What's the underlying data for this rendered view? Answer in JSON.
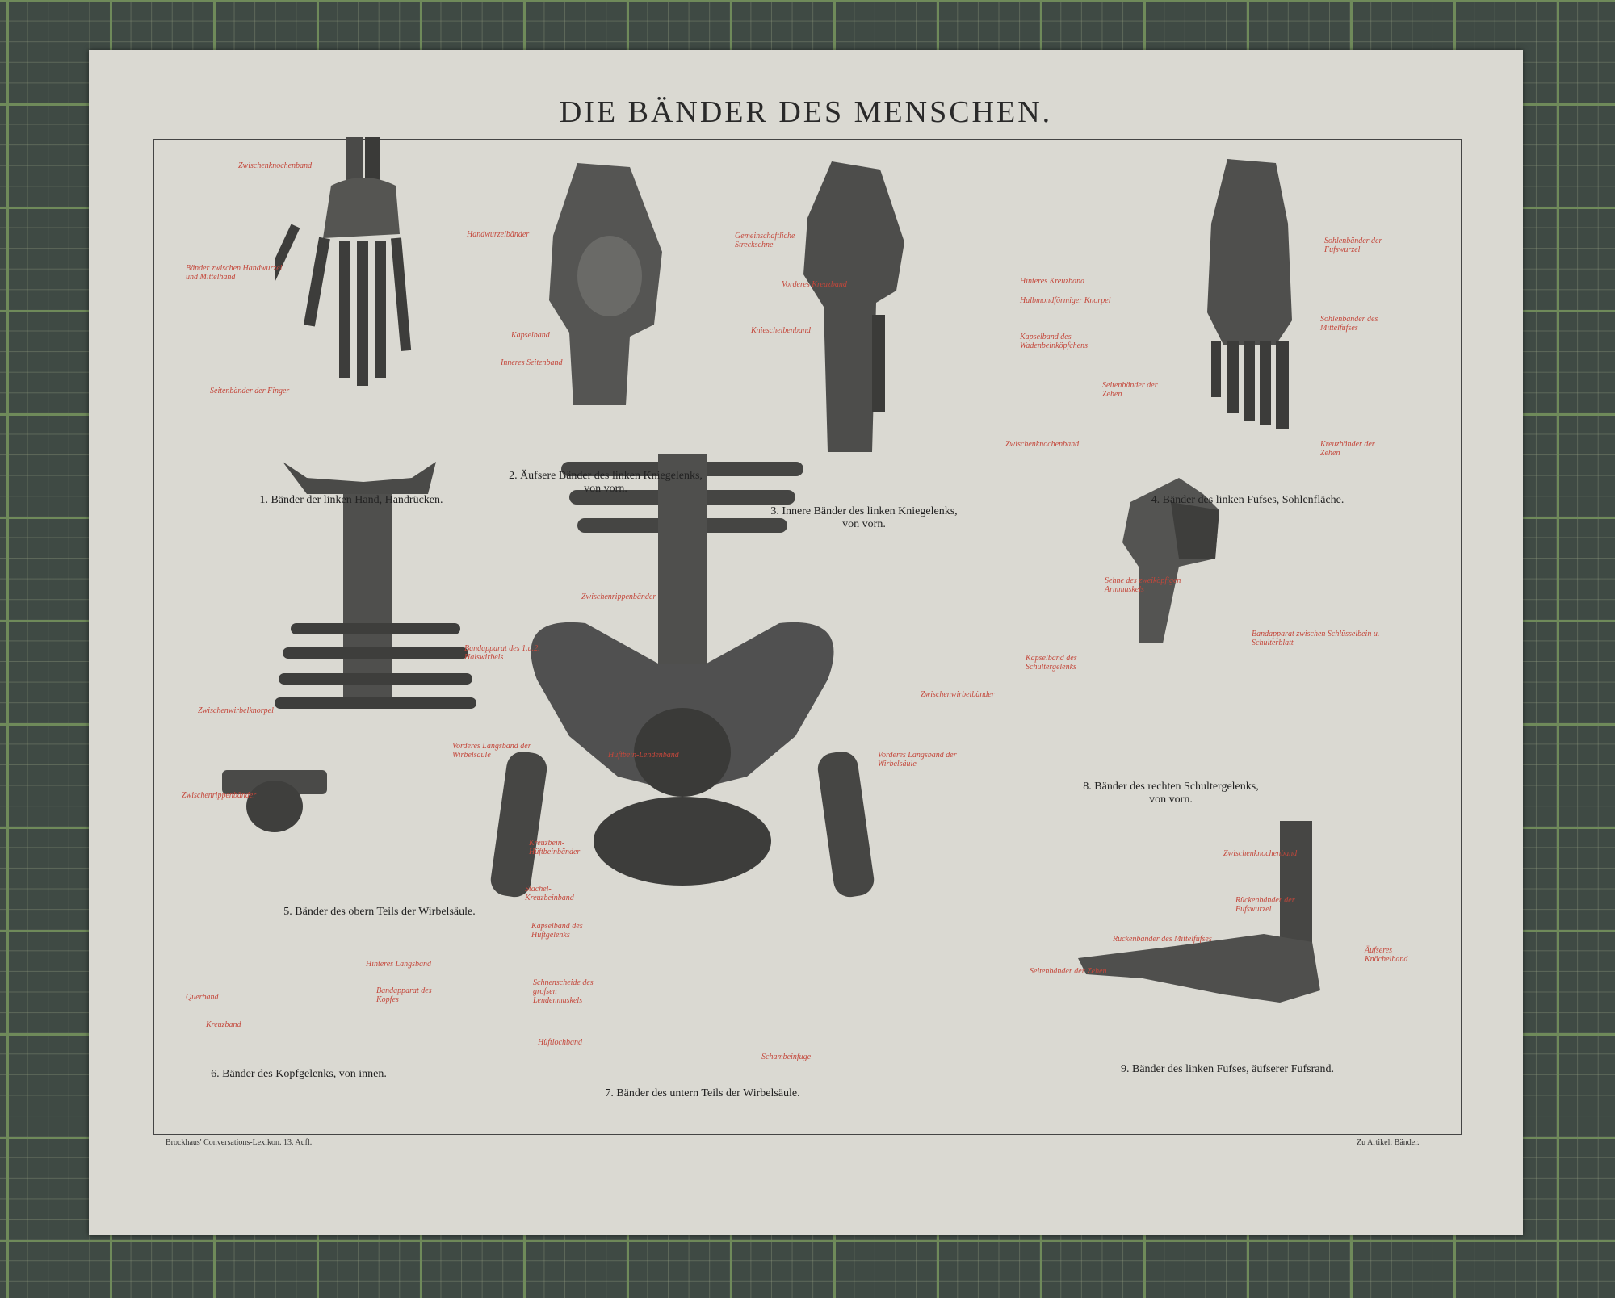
{
  "title": "DIE BÄNDER DES MENSCHEN.",
  "footer": {
    "left": "Brockhaus' Conversations-Lexikon. 13. Aufl.",
    "right": "Zu Artikel: Bänder."
  },
  "figures": [
    {
      "caption": "1. Bänder der linken Hand, Handrücken.",
      "labels": [
        "Zwischenknochenband",
        "Handwurzelbänder",
        "Bänder zwischen Handwurzel und Mittelhand",
        "Seitenbänder der Finger"
      ]
    },
    {
      "caption_1": "2. Äufsere Bänder des linken Kniegelenks,",
      "caption_2": "von vorn.",
      "labels": [
        "Gemeinschaftliche Streckschne",
        "Kapselband",
        "Kniescheibenband",
        "Inneres Seitenband"
      ]
    },
    {
      "caption_1": "3. Innere Bänder des linken Kniegelenks,",
      "caption_2": "von vorn.",
      "labels": [
        "Vorderes Kreuzband",
        "Hinteres Kreuzband",
        "Halbmondförmiger Knorpel",
        "Kapselband des Wadenbeinköpfchens",
        "Zwischenknochenband"
      ]
    },
    {
      "caption": "4. Bänder des linken Fufses, Sohlenfläche.",
      "labels": [
        "Sohlenbänder der Fufswurzel",
        "Sohlenbänder des Mittelfufses",
        "Seitenbänder der Zehen",
        "Kreuzbänder der Zehen"
      ]
    },
    {
      "caption": "5. Bänder des obern Teils der Wirbelsäule.",
      "labels": [
        "Bandapparat des 1.u.2. Halswirbels",
        "Zwischenwirbelknorpel",
        "Vorderes Längsband der Wirbelsäule",
        "Zwischenrippenbänder"
      ]
    },
    {
      "caption": "6. Bänder des Kopfgelenks, von innen.",
      "labels": [
        "Hinteres Längsband",
        "Querband",
        "Bandapparat des Kopfes",
        "Kreuzband"
      ]
    },
    {
      "caption": "7. Bänder des untern Teils der Wirbelsäule.",
      "labels": [
        "Zwischenrippenbänder",
        "Zwischenwirbelbänder",
        "Hüftbein-Lendenband",
        "Vorderes Längsband der Wirbelsäule",
        "Kreuzbein-Hüftbeinbänder",
        "Stachel-Kreuzbeinband",
        "Kapselband des Hüftgelenks",
        "Schnenscheide des grofsen Lendenmuskels",
        "Hüftlochband",
        "Schambeinfuge"
      ]
    },
    {
      "caption_1": "8. Bänder des rechten Schultergelenks,",
      "caption_2": "von vorn.",
      "labels": [
        "Sehne des zweiköpfigen Armmuskels",
        "Bandapparat zwischen Schlüsselbein u. Schulterblatt",
        "Kapselband des Schultergelenks"
      ]
    },
    {
      "caption": "9. Bänder des linken Fufses, äufserer Fufsrand.",
      "labels": [
        "Zwischenknochenband",
        "Rückenbänder der Fufswurzel",
        "Rückenbänder des Mittelfufses",
        "Äufseres Knöchelband",
        "Seitenbänder der Zehen"
      ]
    }
  ]
}
